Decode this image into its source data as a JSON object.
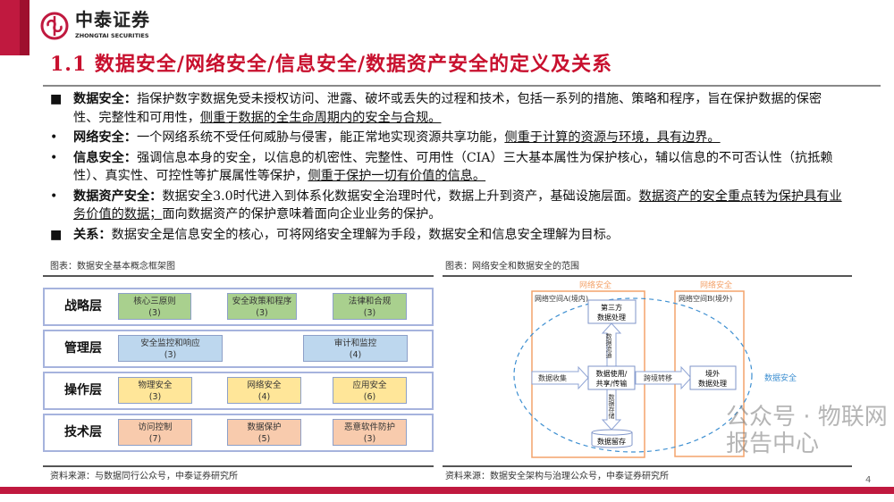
{
  "header": {
    "brand": "中泰证券",
    "brand_en": "ZHONGTAI SECURITIES",
    "title": "1.1 数据安全/网络安全/信息安全/数据资产安全的定义及关系",
    "accent": "#c0193f"
  },
  "bullets": [
    {
      "marker": "■",
      "term": "数据安全：",
      "text": "指保护数字数据免受未授权访问、泄露、破坏或丢失的过程和技术，包括一系列的措施、策略和程序，旨在保护数据的保密性、完整性和可用性，",
      "emph": "侧重于数据的全生命周期内的安全与合规。",
      "tail": ""
    },
    {
      "marker": "•",
      "term": "网络安全：",
      "text": "一个网络系统不受任何威胁与侵害，能正常地实现资源共享功能，",
      "emph": "侧重于计算的资源与环境，具有边界。",
      "tail": ""
    },
    {
      "marker": "•",
      "term": "信息安全：",
      "text": "强调信息本身的安全，以信息的机密性、完整性、可用性（CIA）三大基本属性为保护核心，辅以信息的不可否认性（抗抵赖性）、真实性、可控性等扩展属性等保护，",
      "emph": "侧重于保护一切有价值的信息。",
      "tail": ""
    },
    {
      "marker": "•",
      "term": "数据资产安全：",
      "text": "数据安全3.0时代进入到体系化数据安全治理时代，数据上升到资产，基础设施层面。",
      "emph": "数据资产的安全重点转为保护具有业务价值的数据；",
      "tail": "面向数据资产的保护意味着面向企业业务的保护。"
    },
    {
      "marker": "■",
      "term": "关系：",
      "text": "数据安全是信息安全的核心，可将网络安全理解为手段，数据安全和信息安全理解为目标。",
      "emph": "",
      "tail": ""
    }
  ],
  "left_figure": {
    "caption": "图表：数据安全基本概念框架图",
    "source": "资料来源：与数据同行公众号，中泰证券研究所",
    "layers": [
      {
        "name": "战略层",
        "items": [
          {
            "label": "核心三原则",
            "count": "(3)"
          },
          {
            "label": "安全政策和程序",
            "count": "(3)"
          },
          {
            "label": "法律和合规",
            "count": "(3)"
          }
        ]
      },
      {
        "name": "管理层",
        "items": [
          {
            "label": "安全监控和响应",
            "count": "(3)"
          },
          {
            "label": "审计和监控",
            "count": "(4)"
          }
        ]
      },
      {
        "name": "操作层",
        "items": [
          {
            "label": "物理安全",
            "count": "(3)"
          },
          {
            "label": "网络安全",
            "count": "(4)"
          },
          {
            "label": "应用安全",
            "count": "(6)"
          }
        ]
      },
      {
        "name": "技术层",
        "items": [
          {
            "label": "访问控制",
            "count": "(7)"
          },
          {
            "label": "数据保护",
            "count": "(5)"
          },
          {
            "label": "恶意软件防护",
            "count": "(3)"
          }
        ]
      }
    ]
  },
  "right_figure": {
    "caption": "图表：网络安全和数据安全的范围",
    "source": "资料来源：数据安全架构与治理公众号，中泰证券研究所",
    "net_sec_a": "网络安全",
    "net_sec_b": "网络安全",
    "space_a": "网络空间A(境内)",
    "space_b": "网络空间B(境外)",
    "third_party_1": "第三方",
    "third_party_2": "数据处理",
    "flow_up": "数据流通",
    "collect": "数据收集",
    "use_1": "数据使用/",
    "use_2": "共享/传输",
    "cross": "跨境转移",
    "foreign_1": "境外",
    "foreign_2": "数据处理",
    "store_arrow": "数据存储",
    "retain": "数据留存",
    "data_sec": "数据安全"
  },
  "watermark": "公众号 · 物联网报告中心",
  "page_number": "4"
}
